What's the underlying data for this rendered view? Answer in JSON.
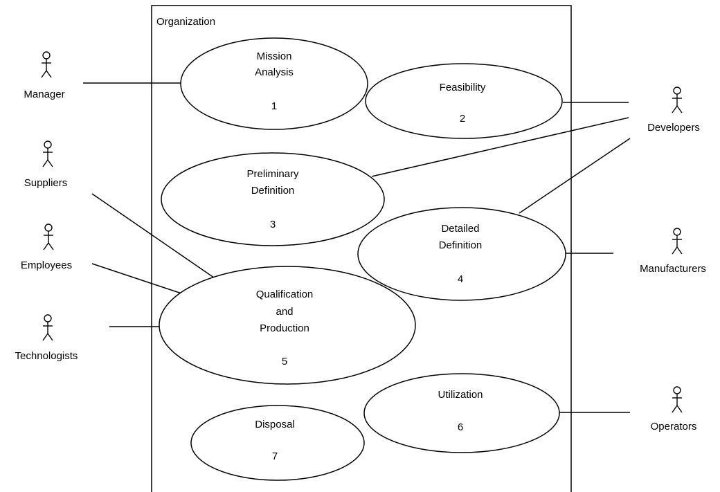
{
  "system_boundary": {
    "label": "Organization"
  },
  "use_cases": [
    {
      "id": "mission-analysis",
      "lines": [
        "Mission",
        "Analysis"
      ],
      "number": "1"
    },
    {
      "id": "feasibility",
      "lines": [
        "Feasibility"
      ],
      "number": "2"
    },
    {
      "id": "preliminary-definition",
      "lines": [
        "Preliminary",
        "Definition"
      ],
      "number": "3"
    },
    {
      "id": "detailed-definition",
      "lines": [
        "Detailed",
        "Definition"
      ],
      "number": "4"
    },
    {
      "id": "qualification-production",
      "lines": [
        "Qualification",
        "and",
        "Production"
      ],
      "number": "5"
    },
    {
      "id": "utilization",
      "lines": [
        "Utilization"
      ],
      "number": "6"
    },
    {
      "id": "disposal",
      "lines": [
        "Disposal"
      ],
      "number": "7"
    }
  ],
  "actors": [
    {
      "id": "manager",
      "label": "Manager"
    },
    {
      "id": "suppliers",
      "label": "Suppliers"
    },
    {
      "id": "employees",
      "label": "Employees"
    },
    {
      "id": "technologists",
      "label": "Technologists"
    },
    {
      "id": "developers",
      "label": "Developers"
    },
    {
      "id": "manufacturers",
      "label": "Manufacturers"
    },
    {
      "id": "operators",
      "label": "Operators"
    }
  ],
  "associations": [
    {
      "actor": "manager",
      "use_case": "mission-analysis"
    },
    {
      "actor": "developers",
      "use_case": "feasibility"
    },
    {
      "actor": "developers",
      "use_case": "preliminary-definition"
    },
    {
      "actor": "developers",
      "use_case": "detailed-definition"
    },
    {
      "actor": "manufacturers",
      "use_case": "detailed-definition"
    },
    {
      "actor": "suppliers",
      "use_case": "qualification-production"
    },
    {
      "actor": "employees",
      "use_case": "qualification-production"
    },
    {
      "actor": "technologists",
      "use_case": "qualification-production"
    },
    {
      "actor": "operators",
      "use_case": "utilization"
    }
  ]
}
